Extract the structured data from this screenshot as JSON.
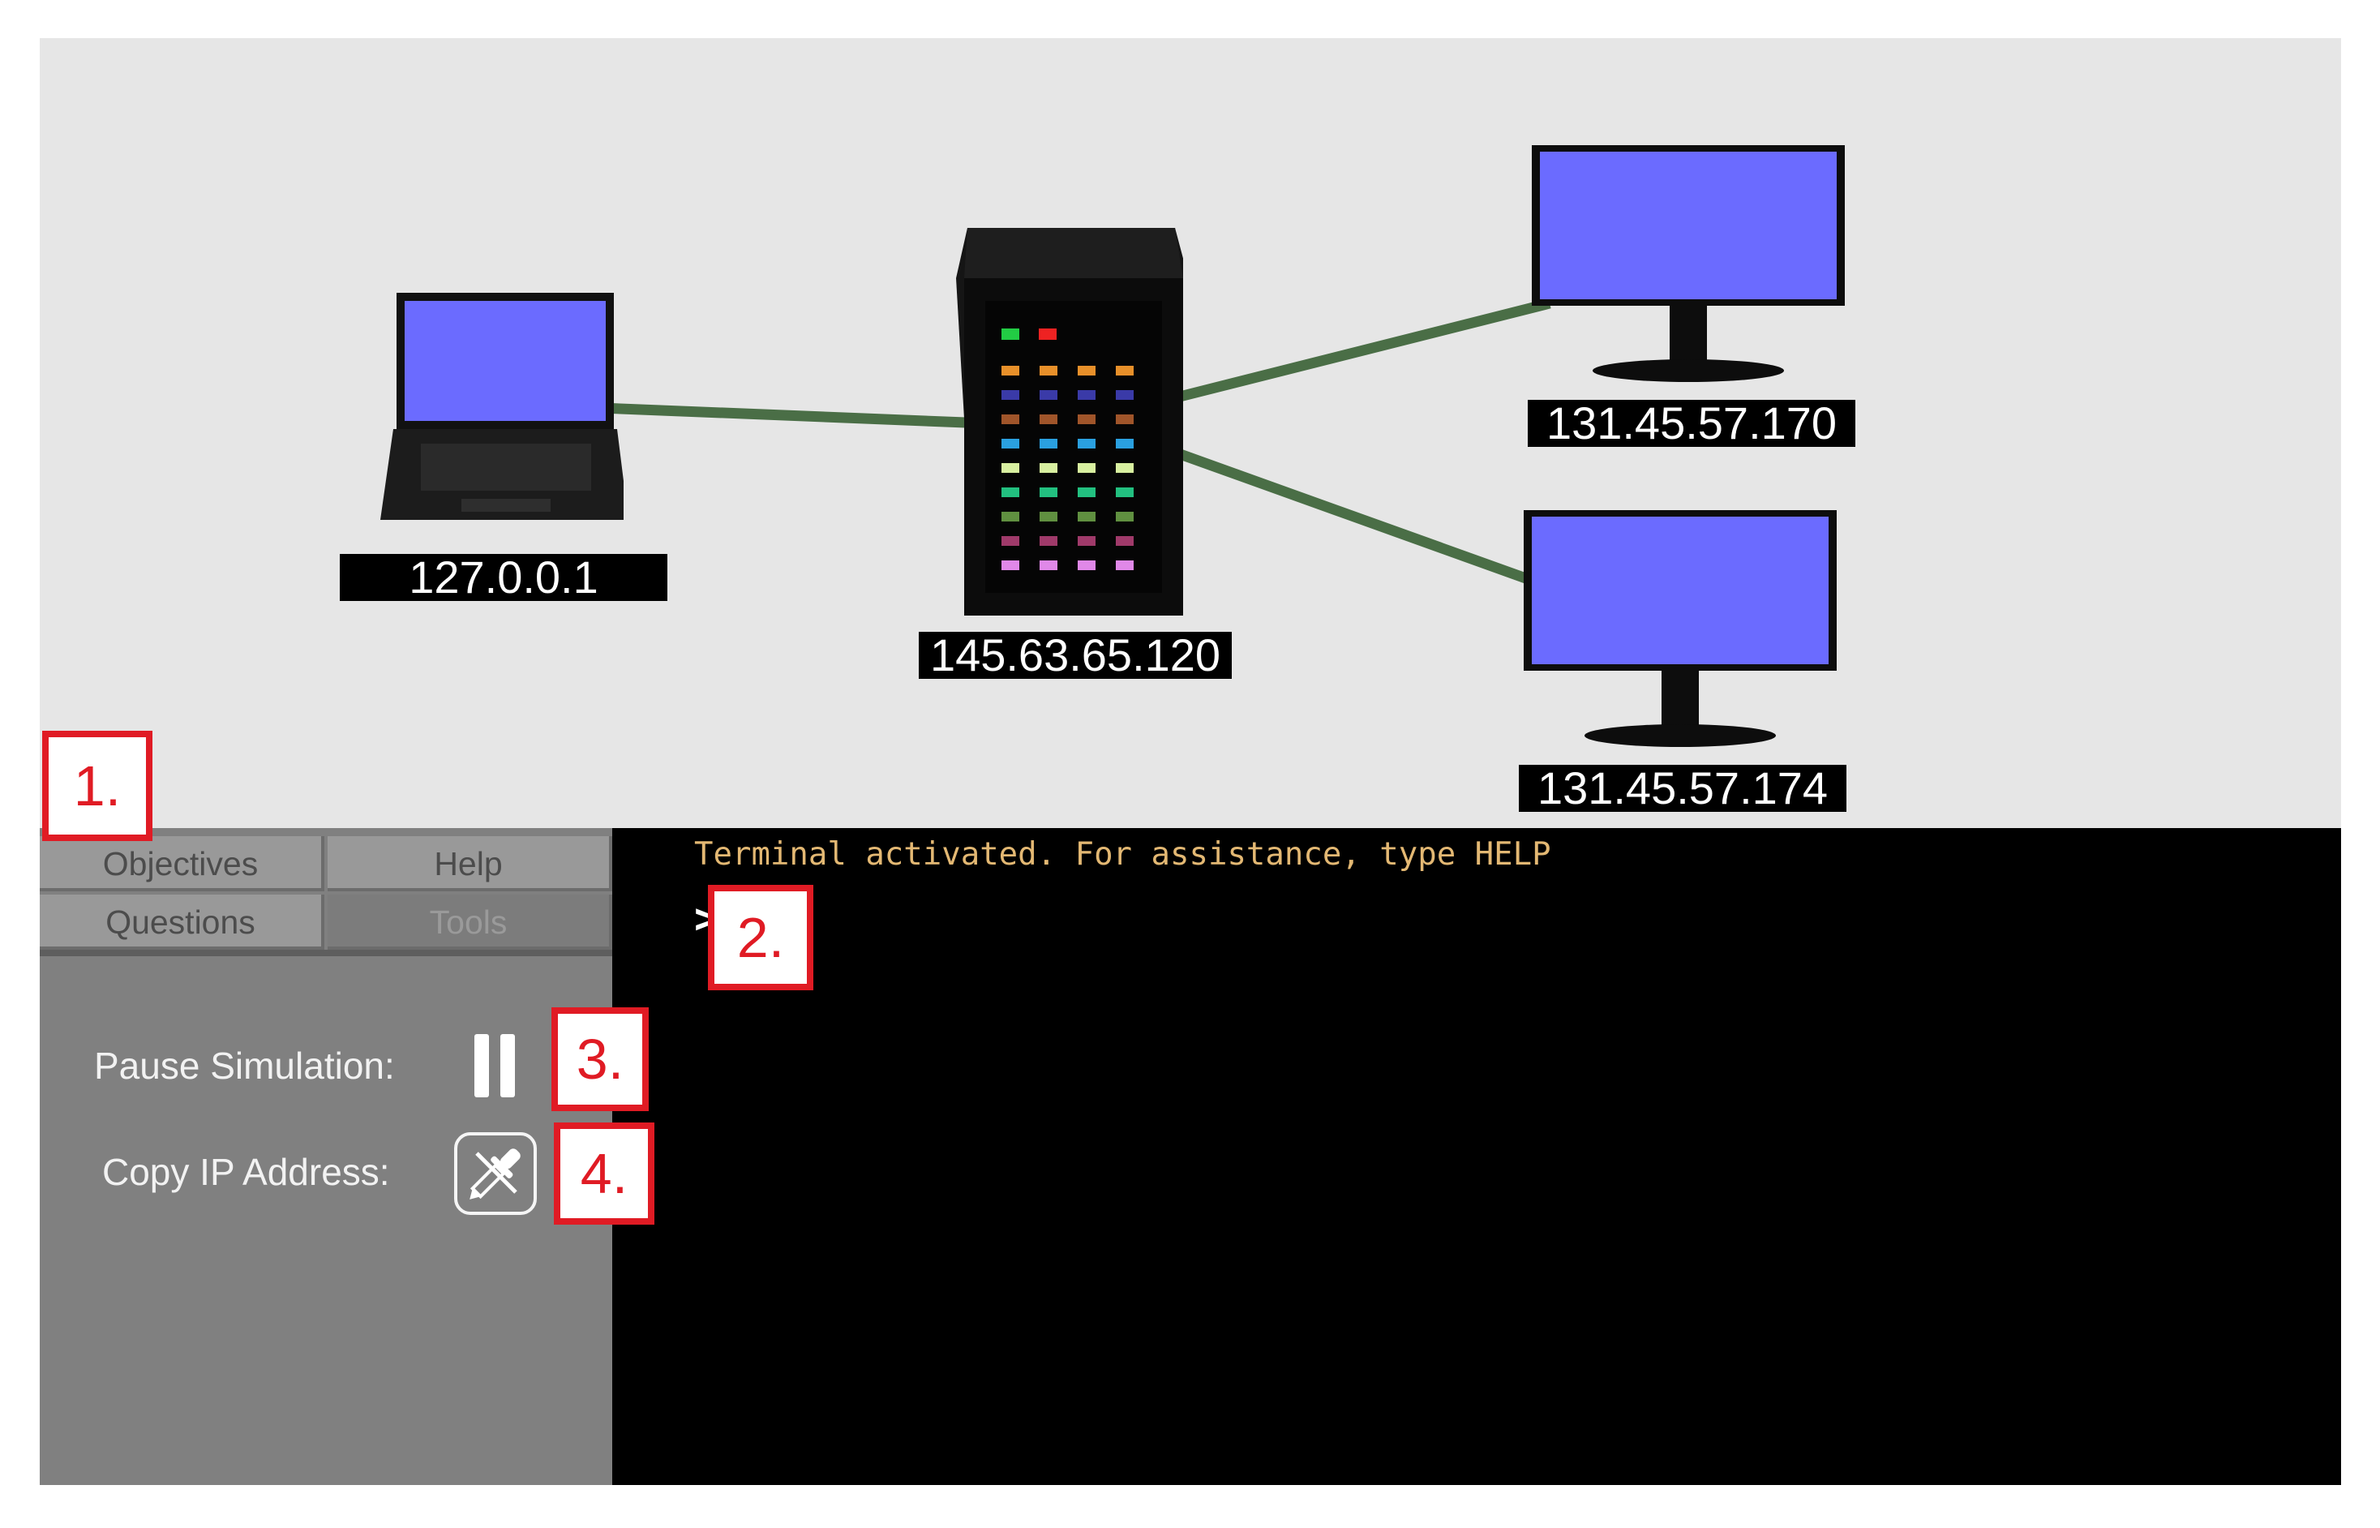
{
  "network": {
    "devices": [
      {
        "id": "laptop",
        "type": "laptop",
        "ip": "127.0.0.1"
      },
      {
        "id": "server",
        "type": "server-rack",
        "ip": "145.63.65.120"
      },
      {
        "id": "monitor-1",
        "type": "monitor",
        "ip": "131.45.57.170"
      },
      {
        "id": "monitor-2",
        "type": "monitor",
        "ip": "131.45.57.174"
      }
    ],
    "link_color": "#4a6e46",
    "screen_color": "#6b6bff"
  },
  "side_panel": {
    "tabs": [
      {
        "label": "Objectives",
        "active": false
      },
      {
        "label": "Help",
        "active": false
      },
      {
        "label": "Questions",
        "active": false
      },
      {
        "label": "Tools",
        "active": true
      }
    ],
    "tools": {
      "pause_label": "Pause Simulation:",
      "pause_icon": "pause-icon",
      "copy_label": "Copy IP Address:",
      "copy_icon": "eyedropper-icon"
    }
  },
  "terminal": {
    "message": "Terminal activated. For assistance, type HELP",
    "prompt": ">",
    "input_value": ""
  },
  "callouts": [
    "1.",
    "2.",
    "3.",
    "4."
  ],
  "colors": {
    "callout": "#e01b24",
    "terminal_text": "#e3b873"
  }
}
